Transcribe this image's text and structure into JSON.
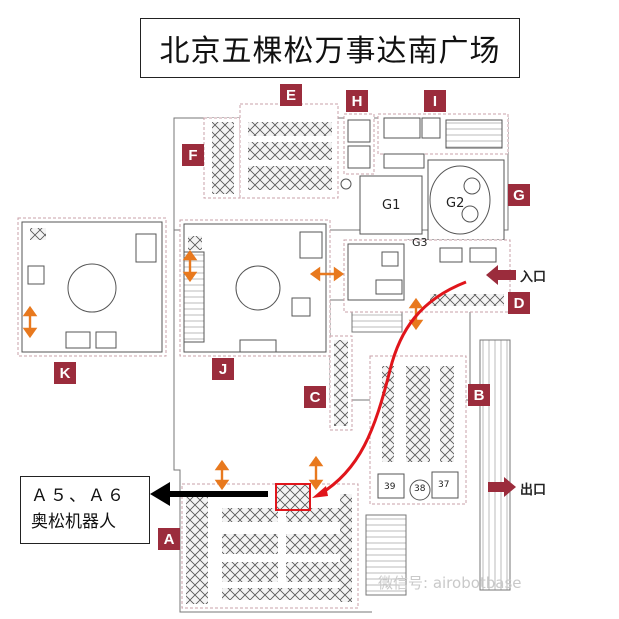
{
  "title": "北京五棵松万事达南广场",
  "zones": [
    "A",
    "B",
    "C",
    "D",
    "E",
    "F",
    "G",
    "H",
    "I",
    "J",
    "K"
  ],
  "entrance_label": "入口",
  "exit_label": "出口",
  "callout": {
    "line1": "Ａ５、Ａ６",
    "line2": "奥松机器人"
  },
  "halls": {
    "g1": "G1",
    "g2": "G2",
    "g3": "G3"
  },
  "booths": {
    "b39": "39",
    "b38": "38",
    "b37": "37"
  },
  "watermark": "微信号: airobotbase",
  "colors": {
    "zone": "#9b2c3c",
    "route": "#e0151b",
    "arrow": "#e8791e",
    "outline": "#c8a0a8"
  }
}
